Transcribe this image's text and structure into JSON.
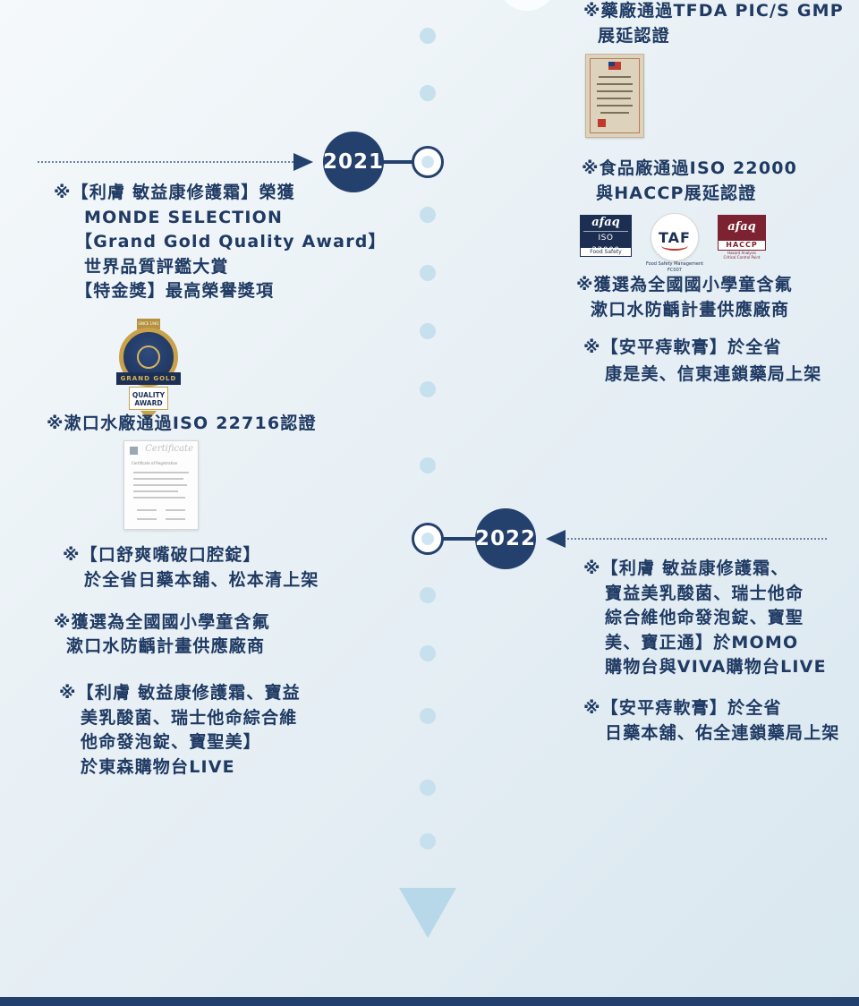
{
  "timeline": {
    "year_2021": "2021",
    "year_2022": "2022"
  },
  "right_top": {
    "tfda": {
      "lines": [
        "※藥廠通過TFDA PIC/S GMP",
        "展延認證"
      ]
    },
    "iso22000": {
      "lines": [
        "※食品廠通過ISO 22000",
        "與HACCP展延認證"
      ]
    },
    "fluoride": {
      "lines": [
        "※獲選為全國國小學童含氟",
        "漱口水防齲計畫供應廠商"
      ]
    },
    "anping": {
      "lines": [
        "※【安平痔軟膏】於全省",
        "康是美、信東連鎖藥局上架"
      ]
    }
  },
  "left_2021": {
    "monde": {
      "lines": [
        "※【利膚 敏益康修護霜】榮獲",
        "MONDE SELECTION",
        "【Grand Gold Quality Award】",
        "世界品質評鑑大賞",
        "【特金獎】最高榮譽獎項"
      ]
    },
    "iso22716": {
      "lines": [
        "※漱口水廠通過ISO 22716認證"
      ]
    },
    "oral": {
      "lines": [
        "※【口舒爽嘴破口腔錠】",
        "於全省日藥本舖、松本清上架"
      ]
    },
    "fluoride": {
      "lines": [
        "※獲選為全國國小學童含氟",
        "漱口水防齲計畫供應廠商"
      ]
    },
    "etlive": {
      "lines": [
        "※【利膚 敏益康修護霜、寶益",
        "美乳酸菌、瑞士他命綜合維",
        "他命發泡錠、寶聖美】",
        "於東森購物台LIVE"
      ]
    }
  },
  "right_2022": {
    "momo": {
      "lines": [
        "※【利膚 敏益康修護霜、",
        "寶益美乳酸菌、瑞士他命",
        "綜合維他命發泡錠、寶聖",
        "美、寶正通】於MOMO",
        "購物台與VIVA購物台LIVE"
      ]
    },
    "anping": {
      "lines": [
        "※【安平痔軟膏】於全省",
        "日藥本舖、佑全連鎖藥局上架"
      ]
    }
  },
  "medal": {
    "since": "SINCE 1961",
    "banner": "GRAND GOLD",
    "quality": "QUALITY",
    "award": "AWARD"
  },
  "certificates": {
    "iso22716_title": "Certificate",
    "iso22716_subtitle": "Certificate of Registration"
  },
  "logos": {
    "afaq1_brand": "afaq",
    "afaq1_code": "ISO 22000",
    "afaq1_strip": "Food Safety",
    "taf_brand": "TAF",
    "taf_line1": "Food Safety Management",
    "taf_line2": "FC007",
    "afaq2_brand": "afaq",
    "afaq2_code": "HACCP",
    "afaq2_cap1": "Hazard Analysis",
    "afaq2_cap2": "Critical Control Point"
  }
}
